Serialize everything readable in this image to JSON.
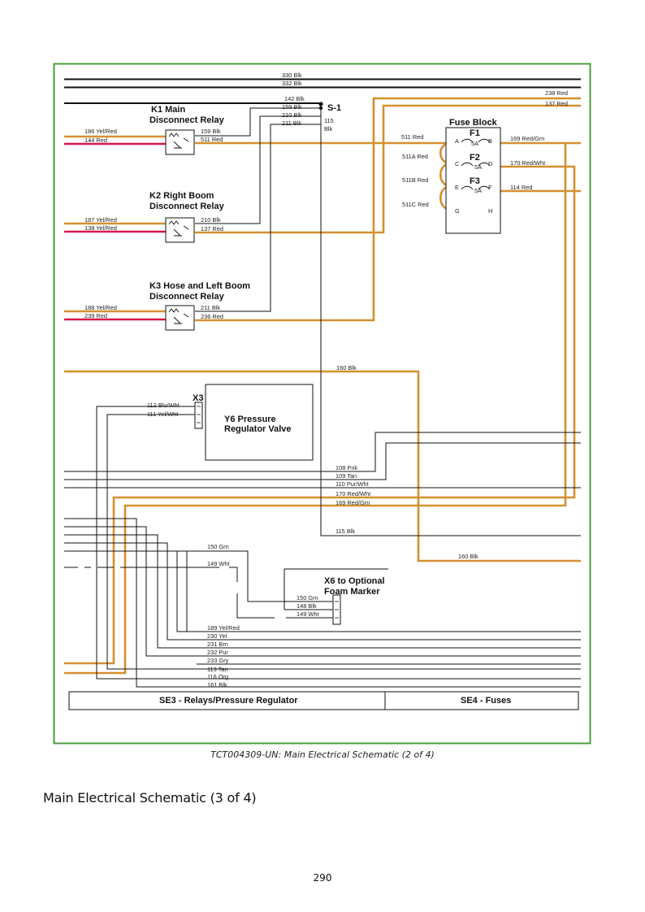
{
  "colors": {
    "border": "#4a9e3c",
    "orange": "#d4902f",
    "red": "#d8174a",
    "black": "#111111"
  },
  "diagram": {
    "relays": [
      {
        "title1": "K1 Main",
        "title2": "Disconnect Relay",
        "in1": "186 Yel/Red",
        "in2": "144 Red",
        "out1": "159 Blk",
        "out2": "511 Red"
      },
      {
        "title1": "K2 Right Boom",
        "title2": "Disconnect Relay",
        "in1": "187 Yel/Red",
        "in2": "138 Yel/Red",
        "out1": "210 Blk",
        "out2": "137 Red"
      },
      {
        "title1": "K3 Hose and Left Boom",
        "title2": "Disconnect Relay",
        "in1": "188 Yel/Red",
        "in2": "239 Red",
        "out1": "211 Blk",
        "out2": "236 Red"
      }
    ],
    "top_wires": {
      "w330": "330 Blk",
      "w332": "332 Blk",
      "w142": "142 Blk",
      "w159": "159 Blk",
      "w210": "210 Blk",
      "w211": "211 Blk",
      "s1_label": "S-1",
      "w115a": "115",
      "w115b": "Blk",
      "w238": "238 Red",
      "w137": "137 Red"
    },
    "fuse_block": {
      "title": "Fuse Block",
      "fuses": [
        {
          "name": "F1",
          "rating": "5A"
        },
        {
          "name": "F2",
          "rating": "5A"
        },
        {
          "name": "F3",
          "rating": "5A"
        }
      ],
      "terminals": [
        "A",
        "B",
        "C",
        "D",
        "E",
        "F",
        "G",
        "H"
      ],
      "inputs": [
        "511 Red",
        "511A Red",
        "511B Red",
        "511C Red"
      ],
      "outputs": [
        "169 Red/Grn",
        "170 Red/Wht",
        "114 Red"
      ]
    },
    "w160": "160 Blk",
    "y6": {
      "connector": "X3",
      "title1": "Y6 Pressure",
      "title2": "Regulator Valve",
      "w1": "112 Blu/Wht",
      "w2": "111 Yel/Wht"
    },
    "mid_wires": [
      "108 Pnk",
      "109 Tan",
      "110 Pur/Wht",
      "170 Red/Wht",
      "169 Red/Grn",
      "115 Blk"
    ],
    "w160b": "160 Blk",
    "w150": "150 Grn",
    "w149": "149 Wht",
    "x6": {
      "title1": "X6 to Optional",
      "title2": "Foam Marker",
      "w1": "150 Grn",
      "w2": "148 Blk",
      "w3": "149 Wht"
    },
    "bottom_wires": [
      "189 Yel/Red",
      "230 Yel",
      "231 Brn",
      "232 Pur",
      "233 Gry",
      "113 Tan",
      "116 Org",
      "161 Blk"
    ],
    "footer": {
      "left": "SE3 - Relays/Pressure Regulator",
      "right": "SE4 - Fuses"
    }
  },
  "caption": "TCT004309-UN: Main Electrical Schematic (2 of 4)",
  "heading": "Main Electrical Schematic (3 of 4)",
  "page_number": "290"
}
